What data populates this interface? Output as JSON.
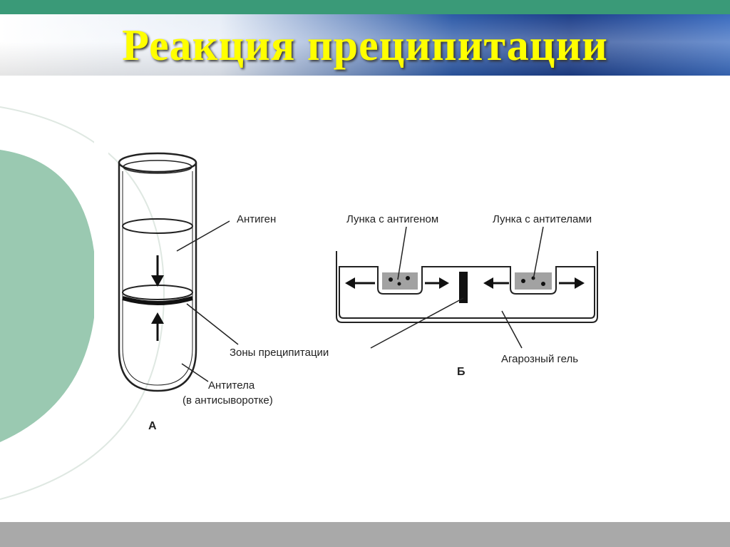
{
  "title": "Реакция преципитации",
  "labels": {
    "antigen": "Антиген",
    "antibodies_line1": "Антитела",
    "antibodies_line2": "(в антисыворотке)",
    "precip_zones": "Зоны преципитации",
    "well_antigen": "Лунка с антигеном",
    "well_antibodies": "Лунка с антителами",
    "agarose": "Агарозный гель",
    "panel_a": "А",
    "panel_b": "Б"
  },
  "colors": {
    "title": "#ffff00",
    "top_bar": "#3a9a78",
    "side_shape": "#8fc3a9",
    "bottom_bar": "#a9a9a9"
  }
}
